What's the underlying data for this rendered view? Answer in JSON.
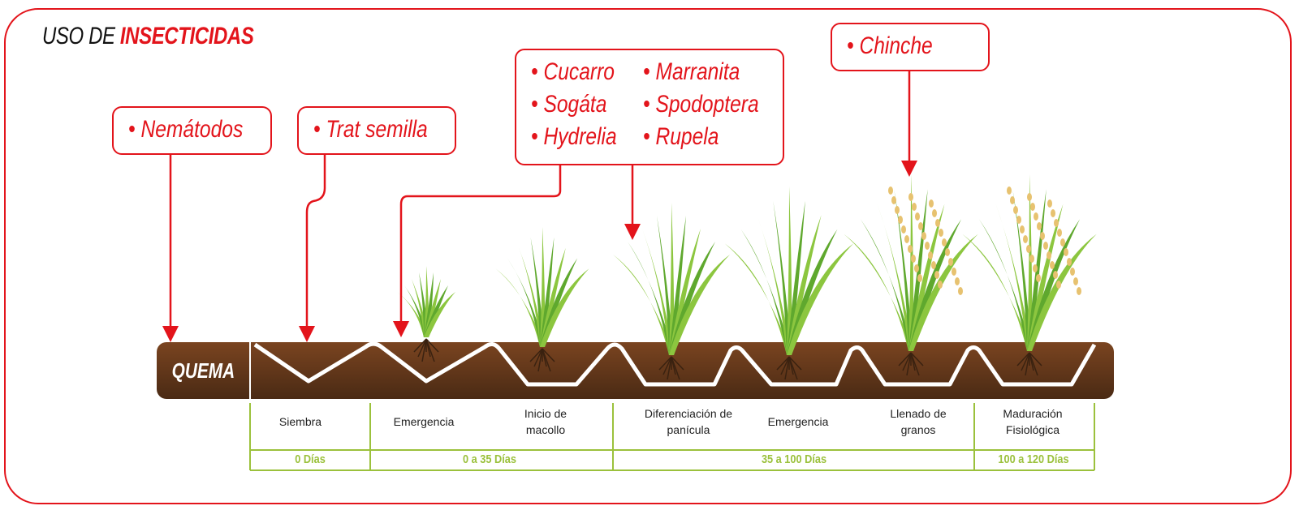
{
  "title": {
    "prefix": "USO DE ",
    "highlight": "INSECTICIDAS"
  },
  "callouts": {
    "nematodos": "• Nemátodos",
    "trat_semilla": "• Trat semilla",
    "group": [
      "• Cucarro",
      "• Sogáta",
      "• Hydrelia",
      "• Marranita",
      "• Spodoptera",
      "• Rupela"
    ],
    "chinche": "• Chinche"
  },
  "soil_label": "QUEMA",
  "stages": [
    "Siembra",
    "Emergencia",
    "Inicio de\nmacollo",
    "Diferenciación de\npanícula",
    "Emergencia",
    "Llenado de\ngranos",
    "Maduración\nFisiológica"
  ],
  "days": [
    "0 Días",
    "0 a 35 Días",
    "35 a 100 Días",
    "100 a 120 Días"
  ],
  "colors": {
    "accent": "#e3141b",
    "soil": "#5a3519",
    "green": "#9bc13c"
  }
}
